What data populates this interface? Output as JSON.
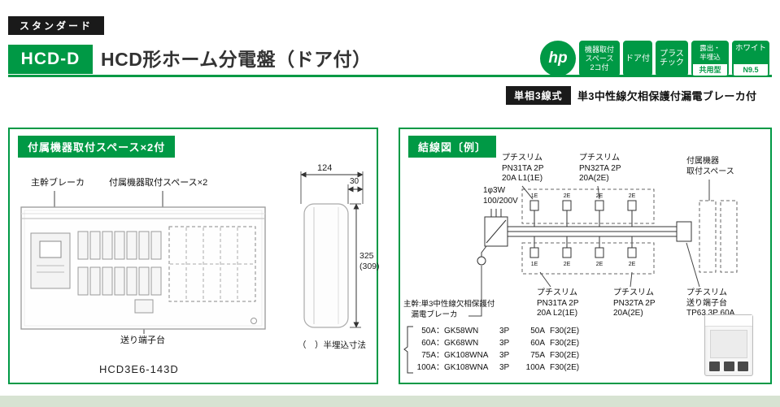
{
  "page": {
    "category_badge": "スタンダード",
    "header": {
      "model_code": "HCD-D",
      "title": "HCD形ホーム分電盤（ドア付）",
      "logo_text": "hp"
    },
    "feature_badges": {
      "space": {
        "line1": "機器取付",
        "line2": "スペース",
        "line3": "2コ付"
      },
      "door": {
        "line1": "ドア付"
      },
      "plastic": {
        "line1": "プラス",
        "line2": "チック"
      },
      "mount": {
        "line1": "露出・",
        "line2": "半埋込",
        "footer": "共用型"
      },
      "color": {
        "line1": "ホワイト",
        "footer": "N9.5"
      }
    },
    "subheader": {
      "phase_badge": "単相3線式",
      "description": "単3中性線欠相保護付漏電ブレーカ付"
    }
  },
  "left_panel": {
    "header": "付属機器取付スペース×2付",
    "label_main_breaker": "主幹ブレーカ",
    "label_space": "付属機器取付スペース×2",
    "label_terminal": "送り端子台",
    "model_number": "HCD3E6-143D",
    "dimensions": {
      "width": "124",
      "door": "30",
      "height": "325",
      "height_recessed": "(309)",
      "note": "（　）半埋込寸法"
    }
  },
  "right_panel": {
    "header": "結線図〔例〕",
    "labels": {
      "branch_top_left": "プチスリム\nPN31TA 2P\n20A L1(1E)",
      "branch_top_right": "プチスリム\nPN32TA 2P\n20A(2E)",
      "attachment_space": "付属機器\n取付スペース",
      "source": "1φ3W\n100/200V",
      "main_breaker": "主幹:単3中性線欠相保護付\n　漏電ブレーカ",
      "branch_bottom_left": "プチスリム\nPN31TA 2P\n20A L2(1E)",
      "branch_bottom_right": "プチスリム\nPN32TA 2P\n20A(2E)",
      "send_terminal": "プチスリム\n送り端子台\nTP63 3P 60A"
    },
    "diagram": {
      "top_units": {
        "u1": "1E",
        "u2": "2E",
        "u3": "2E",
        "u4": "2E"
      },
      "bottom_units": {
        "u1": "1E",
        "u2": "2E",
        "u3": "2E",
        "u4": "2E"
      }
    },
    "main_breaker_table": {
      "separator": "：",
      "rows": [
        {
          "amp": "50A",
          "model": "GK58WN",
          "poles": "3P",
          "rating": "50A",
          "frame": "F30(2E)"
        },
        {
          "amp": "60A",
          "model": "GK68WN",
          "poles": "3P",
          "rating": "60A",
          "frame": "F30(2E)"
        },
        {
          "amp": "75A",
          "model": "GK108WNA",
          "poles": "3P",
          "rating": "75A",
          "frame": "F30(2E)"
        },
        {
          "amp": "100A",
          "model": "GK108WNA",
          "poles": "3P",
          "rating": "100A",
          "frame": "F30(2E)"
        }
      ]
    }
  },
  "colors": {
    "brand_green": "#009945",
    "badge_black": "#1a1a1a",
    "footer_strip": "#d7e3d2"
  }
}
